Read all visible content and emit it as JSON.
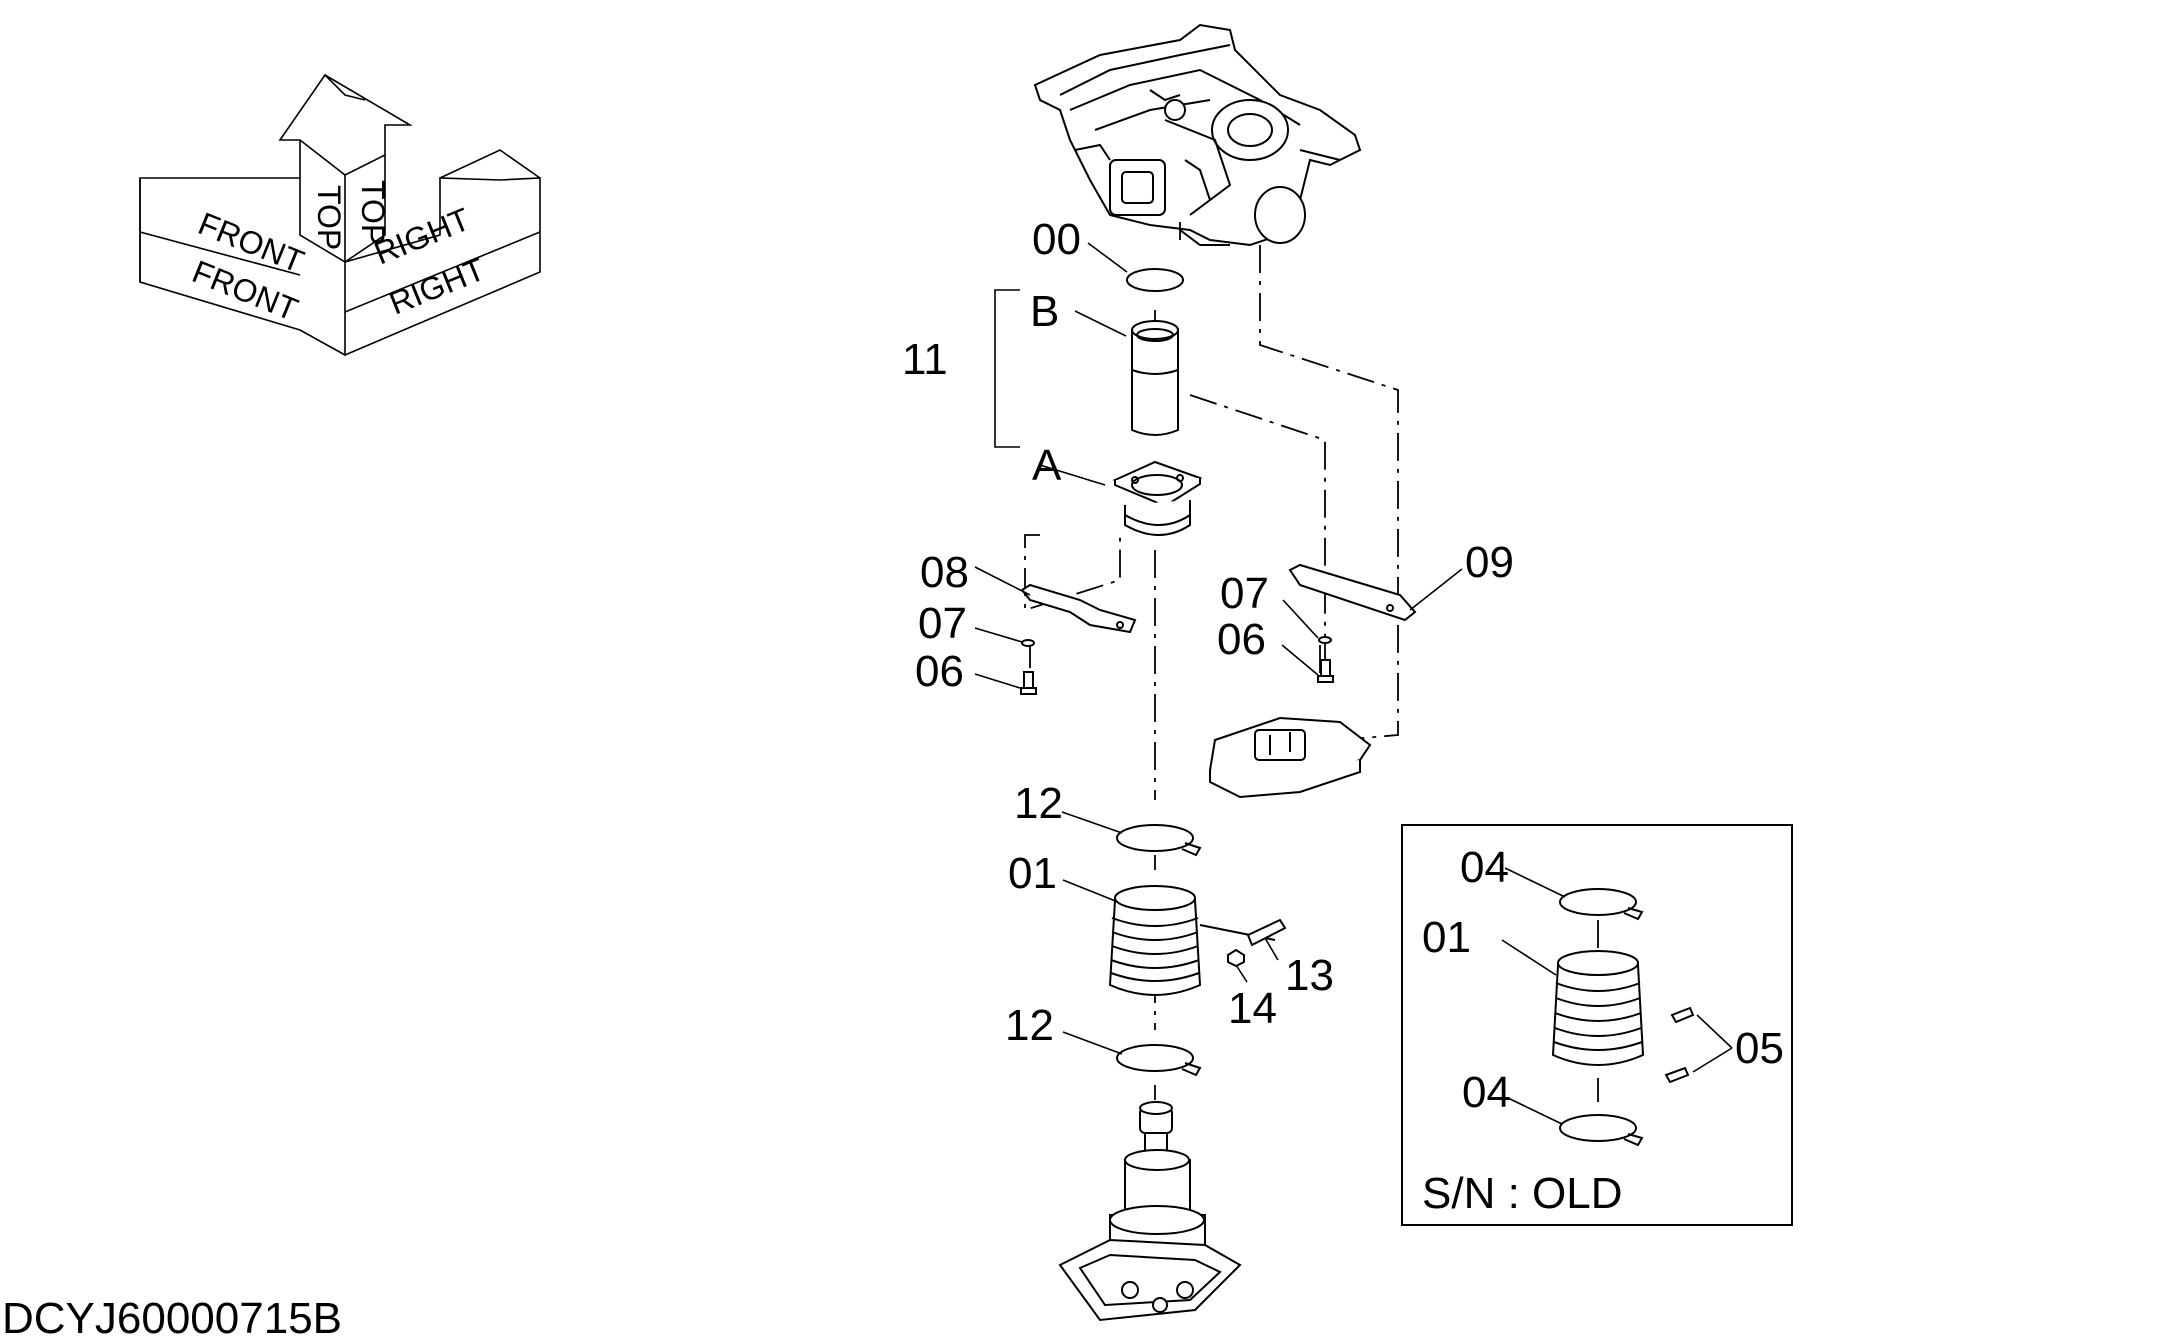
{
  "orientation_arrows": {
    "front": "FRONT",
    "top": "TOP",
    "right": "RIGHT"
  },
  "callouts": {
    "c00": "00",
    "c11": "11",
    "cB": "B",
    "cA": "A",
    "c08": "08",
    "c07_left": "07",
    "c06_left": "06",
    "c07_right": "07",
    "c06_right": "06",
    "c09": "09",
    "c12_top": "12",
    "c01": "01",
    "c13": "13",
    "c14": "14",
    "c12_bottom": "12"
  },
  "inset": {
    "c04_top": "04",
    "c01": "01",
    "c05": "05",
    "c04_bottom": "04",
    "caption": "S/N : OLD"
  },
  "drawing_code": "DCYJ60000715B"
}
